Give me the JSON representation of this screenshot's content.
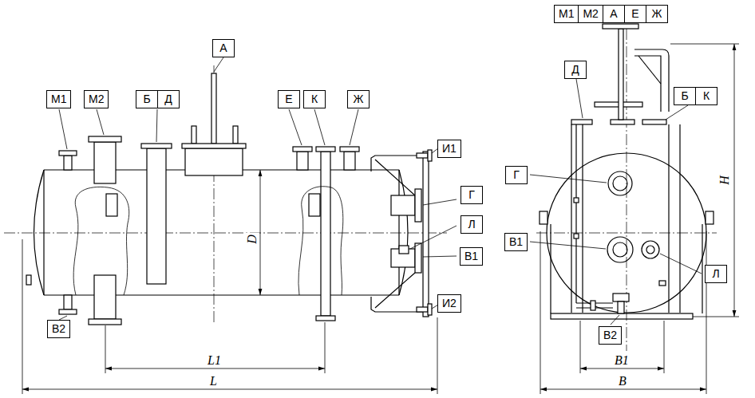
{
  "diagram": {
    "nodes": [
      {
        "text": [
          "А"
        ]
      },
      {
        "text": [
          "М1"
        ]
      },
      {
        "text": [
          "М2"
        ]
      },
      {
        "text": [
          "Б",
          "Д"
        ]
      },
      {
        "text": [
          "Е"
        ]
      },
      {
        "text": [
          "К"
        ]
      },
      {
        "text": [
          "Ж"
        ]
      },
      {
        "text": [
          "И1"
        ]
      },
      {
        "text": [
          "Г"
        ]
      },
      {
        "text": [
          "Л"
        ]
      },
      {
        "text": [
          "В1"
        ]
      },
      {
        "text": [
          "И2"
        ]
      },
      {
        "text": [
          "В2"
        ]
      },
      {
        "text": [
          "М1",
          "М2",
          "А",
          "Е",
          "Ж"
        ]
      },
      {
        "text": [
          "Д"
        ]
      },
      {
        "text": [
          "Б",
          "К"
        ]
      },
      {
        "text": [
          "Г"
        ]
      },
      {
        "text": [
          "В1"
        ]
      },
      {
        "text": [
          "Л"
        ]
      },
      {
        "text": [
          "В2"
        ]
      }
    ],
    "labels": [
      "L1",
      "L",
      "D",
      "B1",
      "B",
      "H"
    ]
  }
}
